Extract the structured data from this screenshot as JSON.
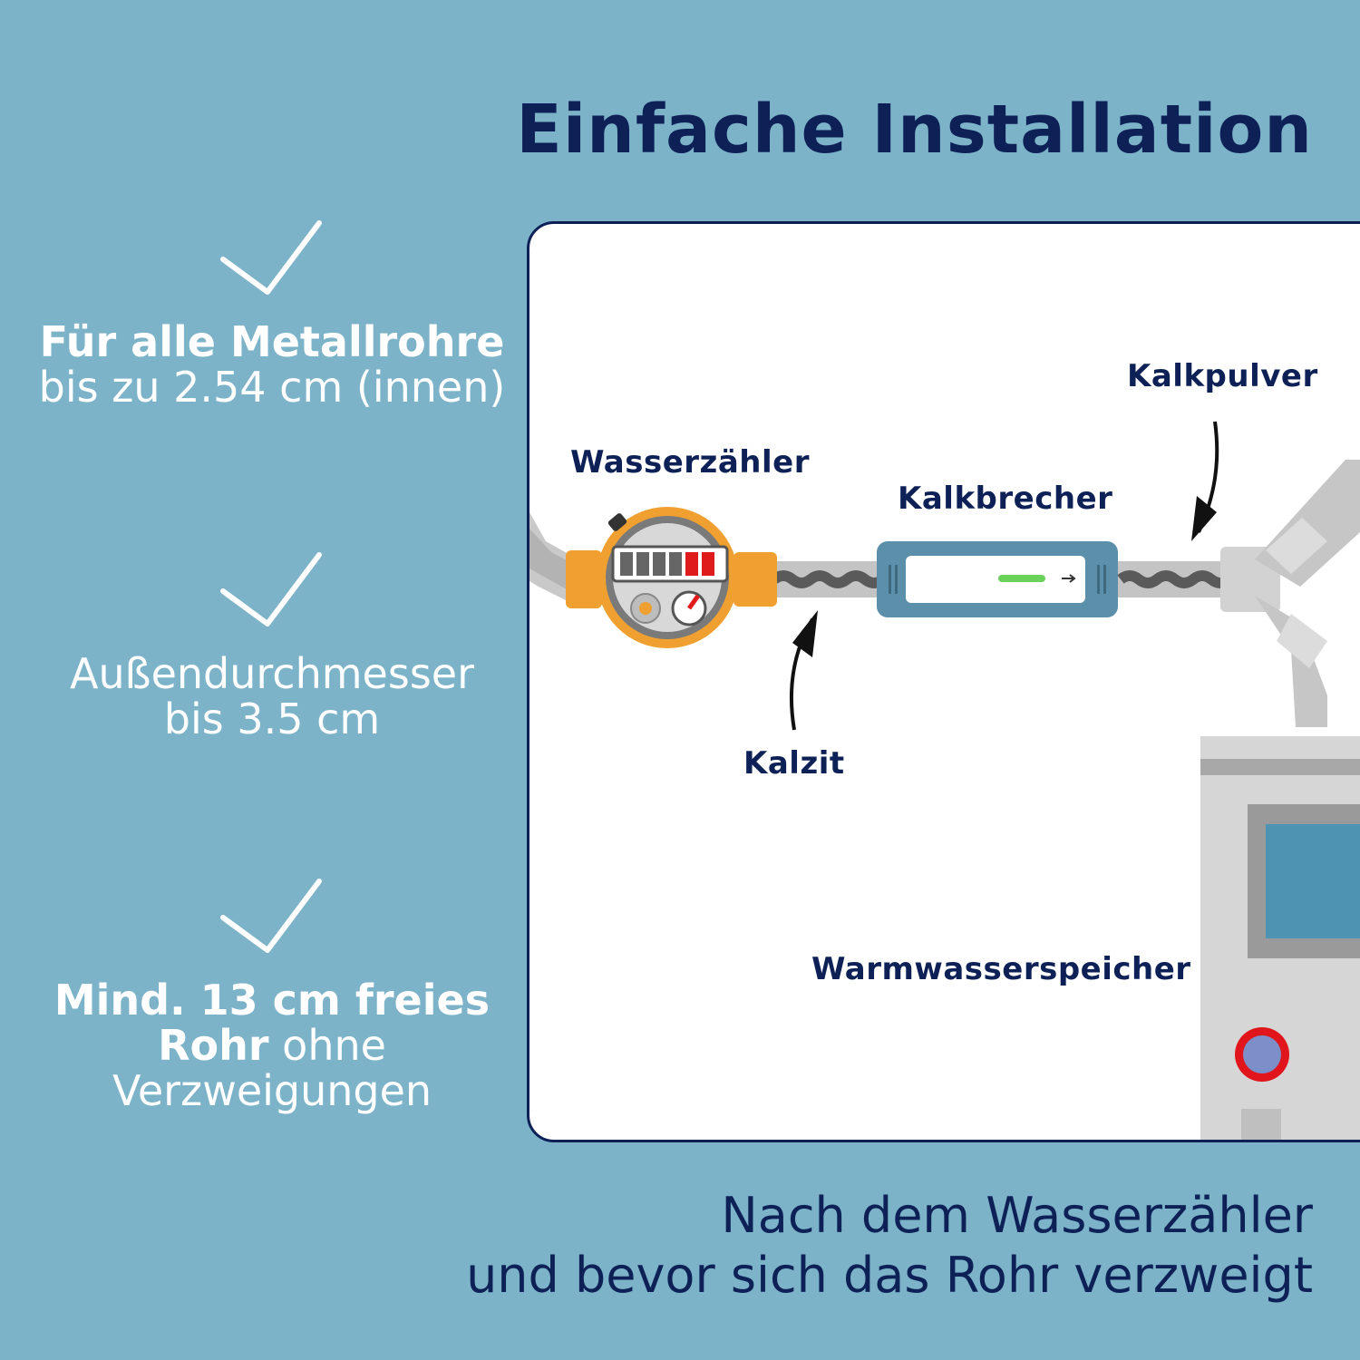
{
  "title": "Einfache Installation",
  "features": [
    {
      "bold": "Für alle Metallrohre",
      "normal": "bis zu 2.54 cm (innen)"
    },
    {
      "line1": "Außendurchmesser",
      "line2": "bis 3.5 cm"
    },
    {
      "bold1": "Mind. 13 cm freies",
      "bold2": "Rohr",
      "normal2": " ohne",
      "normal3": "Verzweigungen"
    }
  ],
  "labels": {
    "meter": "Wasserzähler",
    "breaker": "Kalkbrecher",
    "powder": "Kalkpulver",
    "calcite": "Kalzit",
    "tank": "Warmwasserspeicher"
  },
  "footer": {
    "line1": "Nach dem Wasserzähler",
    "line2": "und bevor sich das Rohr verzweigt"
  },
  "colors": {
    "background": "#7cb3c9",
    "navy": "#0e2157",
    "white": "#ffffff",
    "meter_orange": "#f0a030",
    "breaker_blue": "#5b8faa",
    "indicator_green": "#6ad15a",
    "tank_gray": "#d6d6d6",
    "tank_window": "#4f93b3",
    "button_red": "#e0161c"
  },
  "icons": [
    "check-icon",
    "arrow-right-icon"
  ]
}
